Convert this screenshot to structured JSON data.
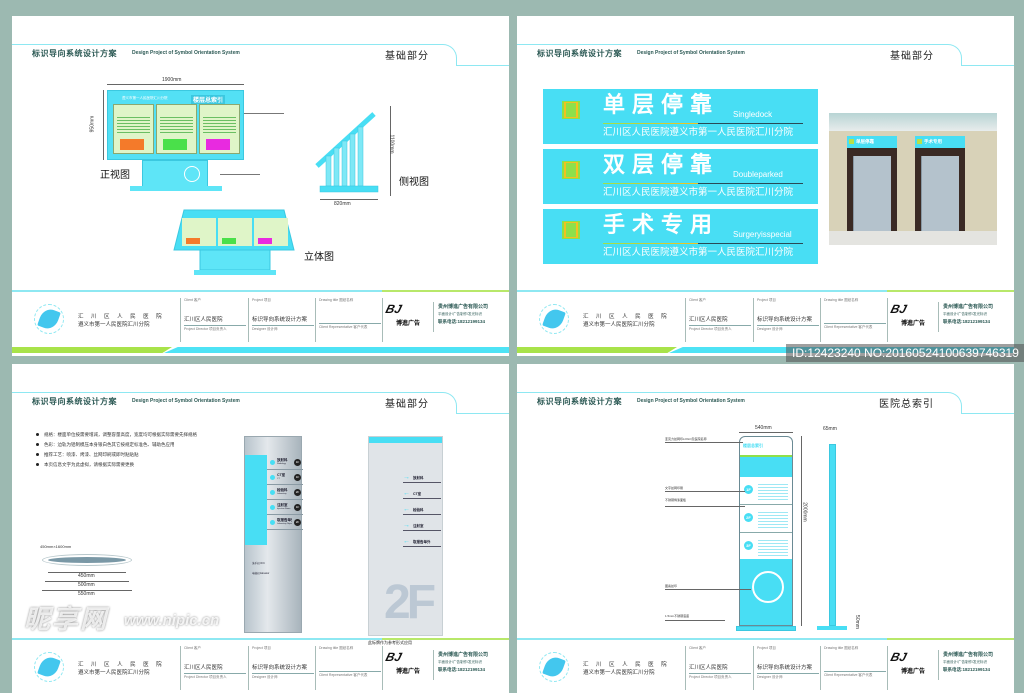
{
  "header": {
    "title_cn": "标识导向系统设计方案",
    "title_en": "Design Project of Symbol Orientation System"
  },
  "pages": [
    {
      "section": "基础部分"
    },
    {
      "section": "基础部分"
    },
    {
      "section": "基础部分"
    },
    {
      "section": "医院总索引"
    }
  ],
  "footer": {
    "hospital_line1": "汇 川 区 人 民 医 院",
    "hospital_line2": "遵义市第一人民医院汇川分院",
    "client_label": "Client 客户",
    "client_value": "汇川区人民医院",
    "project_director": "Project Director  项目负责人",
    "project_label": "Project 项目",
    "project_value": "标识导向系统设计方案",
    "designer": "Designer  设计师",
    "drawing_label": "Drawing title 图纸名称",
    "client_rep": "Client Representative  客户代表",
    "brand_mark": "BJ",
    "brand_name": "博進广告",
    "company_name": "贵州博進广告有限公司",
    "company_line": "平面设计/广告制作/发光标识",
    "company_phone": "联系电话:18212199134",
    "colors": {
      "cyan": "#4ee3f5",
      "green": "#a8e34a"
    }
  },
  "page1": {
    "front_title": "楼层总索引",
    "front_hospital": "遵义市第一人民医院汇川分院",
    "width_dim": "1900mm",
    "height_dim": "950mm",
    "front_label": "正视图",
    "side_height_dim": "1100mm",
    "side_width_dim": "820mm",
    "side_label": "侧视图",
    "iso_label": "立体图"
  },
  "page2": {
    "signs": [
      {
        "cn": "单层停靠",
        "en": "Singledock",
        "sub": "汇川区人民医院遵义市第一人民医院汇川分院"
      },
      {
        "cn": "双层停靠",
        "en": "Doubleparked",
        "sub": "汇川区人民医院遵义市第一人民医院汇川分院"
      },
      {
        "cn": "手术专用",
        "en": "Surgeryisspecial",
        "sub": "汇川区人民医院遵义市第一人民医院汇川分院"
      }
    ],
    "photo_signs": [
      "单层停靠",
      "手术专用"
    ]
  },
  "page3": {
    "bullets": [
      "规格：楼面单位按需要增减，调整容量高度，宽度均可根据实际需要先择规格",
      "色彩：边轨为铝制模压本身银白色其它按规定标准色、辅助色应用",
      "推荐工艺：喷漆、烤漆、丝网印刷或即时贴贴贴",
      "本页信息文字为此虚拟，请根据实际需要更换"
    ],
    "section_size": "450mm×1600mm",
    "dims": [
      "450mm",
      "500mm",
      "550mm"
    ],
    "directory": [
      {
        "cn": "放射科",
        "en": "Radiology",
        "floor": "1F"
      },
      {
        "cn": "CT室",
        "en": "CT",
        "floor": "1F"
      },
      {
        "cn": "检验科",
        "en": "Laboratory",
        "floor": "2F"
      },
      {
        "cn": "注射室",
        "en": "Injection Room",
        "floor": "1F"
      },
      {
        "cn": "取报告单外",
        "en": "Laboratory Report",
        "floor": "2F"
      }
    ],
    "legend": [
      {
        "cn": "洗手间 W.C"
      },
      {
        "cn": "电梯间 Elevator"
      }
    ],
    "wall_sign": [
      {
        "cn": "放射科",
        "dir": "r"
      },
      {
        "cn": "CT室",
        "dir": "l"
      },
      {
        "cn": "检验科",
        "dir": "l"
      },
      {
        "cn": "注射室",
        "dir": "r"
      },
      {
        "cn": "取报告单外",
        "dir": "l"
      }
    ],
    "floor_mark": "2F",
    "caption": "此标牌作为参考形式应用"
  },
  "page4": {
    "totem_title": "楼层总索引",
    "width_dim": "540mm",
    "side_dim": "65mm",
    "height_dim": "2000mm",
    "base_dim": "50mm",
    "floors": [
      "1F",
      "2F",
      "3F"
    ],
    "notes": [
      "亚克力丝网印LOGO及医院名称",
      "文字丝网印刷",
      "不锈钢烤漆面板",
      "图案丝印",
      "1.5mm不锈钢底座"
    ]
  },
  "watermark": {
    "site": "昵享网",
    "url": "www.nipic.cn",
    "id": "ID:12423240 NO:20160524100639746319"
  }
}
